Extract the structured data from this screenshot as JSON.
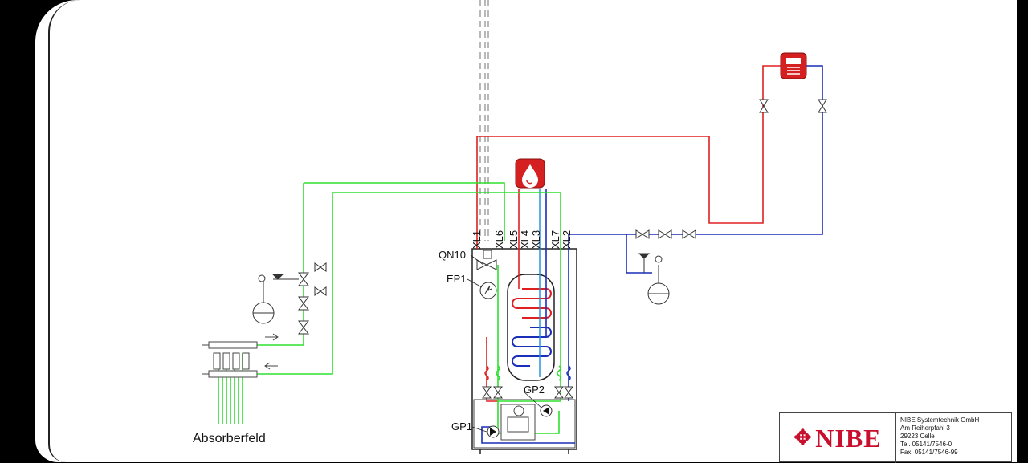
{
  "labels": {
    "absorber": "Absorberfeld",
    "qn10": "QN10",
    "ep1": "EP1",
    "gp1": "GP1",
    "gp2": "GP2",
    "xl1": "XL1",
    "xl6": "XL6",
    "xl5": "XL5",
    "xl4": "XL4",
    "xl3": "XL3",
    "xl7": "XL7",
    "xl2": "XL2"
  },
  "company": {
    "logo": "NIBE",
    "name": "NIBE Systemtechnik GmbH",
    "street": "Am Reiherpfahl 3",
    "city": "29223 Celle",
    "tel": "Tel. 05141/7546-0",
    "fax": "Fax. 05141/7546-99"
  },
  "colors": {
    "supply": "#e02020",
    "return": "#1a2fb8",
    "brine": "#2ee02e",
    "dhw_cold": "#1a8fe0",
    "frame": "#222222",
    "icon_bg": "#d42020"
  },
  "icons": [
    "drop-icon",
    "radiator-icon",
    "nibe-logo-icon"
  ]
}
